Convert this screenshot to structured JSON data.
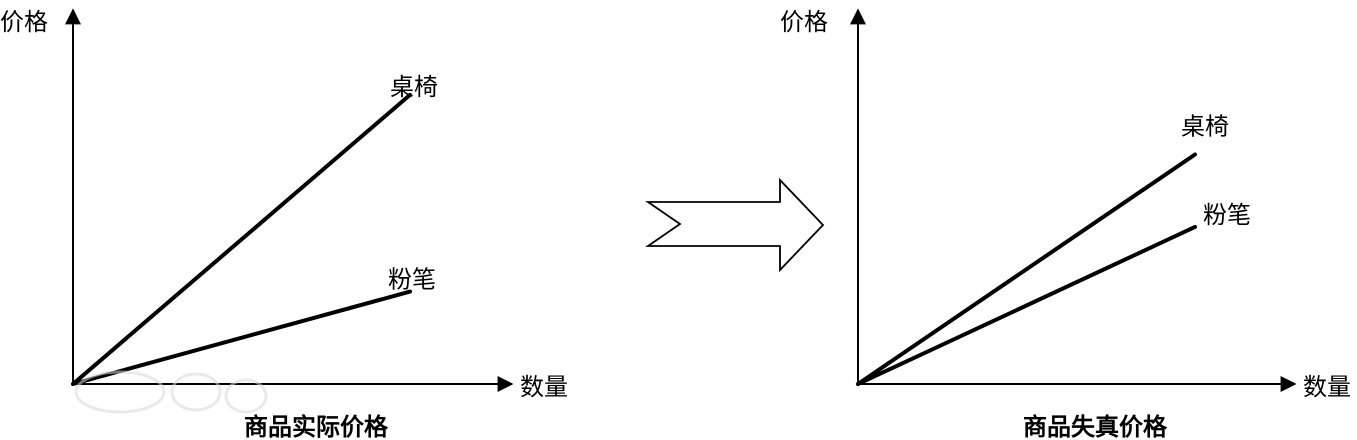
{
  "colors": {
    "ink": "#000000",
    "background": "#ffffff",
    "watermark": "#d9d9d9"
  },
  "chart_data": [
    {
      "type": "line",
      "title": "",
      "caption": "商品实际价格",
      "xlabel": "数量",
      "ylabel": "价格",
      "series": [
        {
          "name": "桌椅",
          "x": [
            0,
            1
          ],
          "y": [
            0,
            1.22
          ]
        },
        {
          "name": "粉笔",
          "x": [
            0,
            1
          ],
          "y": [
            0,
            0.39
          ]
        }
      ],
      "grid": false,
      "legend": "inline-end-labels"
    },
    {
      "type": "line",
      "title": "",
      "caption": "商品失真价格",
      "xlabel": "数量",
      "ylabel": "价格",
      "series": [
        {
          "name": "桌椅",
          "x": [
            0,
            1
          ],
          "y": [
            0,
            0.76
          ]
        },
        {
          "name": "粉笔",
          "x": [
            0,
            1
          ],
          "y": [
            0,
            0.52
          ]
        }
      ],
      "grid": false,
      "legend": "inline-end-labels"
    }
  ],
  "transition_icon": "right-arrow-outline-icon",
  "watermark_icon": "baidu-watermark-icon"
}
